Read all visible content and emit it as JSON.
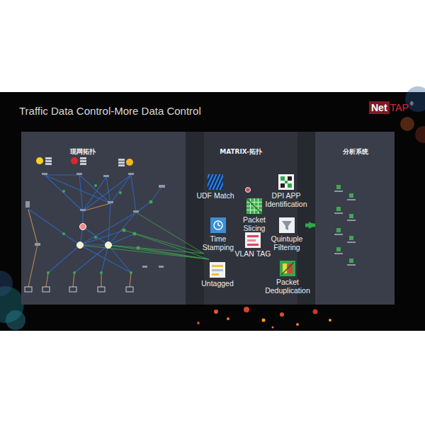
{
  "diagram": {
    "title": "Traffic Data Control-More Data Control",
    "nodes": [
      {
        "text": [
          "现网拓扑"
        ]
      },
      {
        "text": [
          "MATRIX-拓扑"
        ]
      },
      {
        "text": [
          "分析系统"
        ]
      },
      {
        "text": [
          "UDF Match"
        ],
        "in": 1
      },
      {
        "text": [
          "DPI APP Identification"
        ],
        "in": 1
      },
      {
        "text": [
          "Packet Slicing"
        ],
        "in": 1
      },
      {
        "text": [
          "Time Stamping"
        ],
        "in": 1
      },
      {
        "text": [
          "Quintuple Filtering"
        ],
        "in": 1
      },
      {
        "text": [
          "VLAN TAG"
        ],
        "in": 1
      },
      {
        "text": [
          "Untagged"
        ],
        "in": 1
      },
      {
        "text": [
          "Packet Deduplication"
        ],
        "in": 1
      }
    ],
    "edges": [
      {
        "from": 7,
        "to": 2,
        "arrow": "to"
      }
    ],
    "labels": [
      "Net",
      "TAP",
      "®"
    ]
  }
}
